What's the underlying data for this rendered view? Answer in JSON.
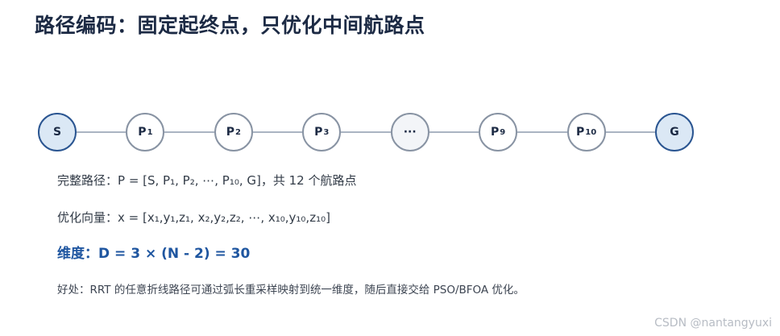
{
  "title": "路径编码：固定起终点，只优化中间航路点",
  "nodes": [
    {
      "label": "S",
      "sub": "",
      "kind": "endpoint"
    },
    {
      "label": "P",
      "sub": "1",
      "kind": "waypoint"
    },
    {
      "label": "P",
      "sub": "2",
      "kind": "waypoint"
    },
    {
      "label": "P",
      "sub": "3",
      "kind": "waypoint"
    },
    {
      "label": "···",
      "sub": "",
      "kind": "ellipsis"
    },
    {
      "label": "P",
      "sub": "9",
      "kind": "waypoint"
    },
    {
      "label": "P",
      "sub": "10",
      "kind": "waypoint"
    },
    {
      "label": "G",
      "sub": "",
      "kind": "endpoint"
    }
  ],
  "full_path": "完整路径：P = [S, P₁, P₂, ⋯, P₁₀, G]，共 12 个航路点",
  "opt_vector": "优化向量：x = [x₁,y₁,z₁, x₂,y₂,z₂, ⋯, x₁₀,y₁₀,z₁₀]",
  "dimension": "维度：D = 3 × (N - 2) = 30",
  "benefit": "好处：RRT 的任意折线路径可通过弧长重采样映射到统一维度，随后直接交给 PSO/BFOA 优化。",
  "watermark": "CSDN @nantangyuxi",
  "colors": {
    "endpoint_border": "#2a5591",
    "endpoint_fill": "#dbe8f5",
    "waypoint_border": "#8893a3",
    "dimension_text": "#1f56a0"
  }
}
